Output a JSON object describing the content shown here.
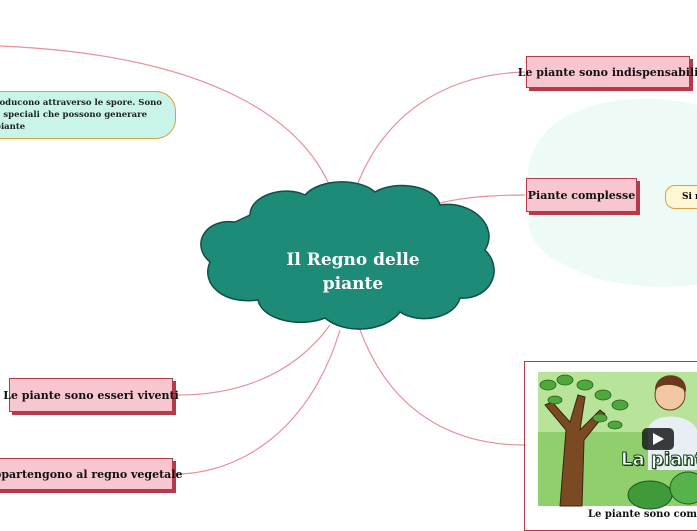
{
  "central_topic": {
    "lines": [
      "Il Regno delle",
      "piante"
    ],
    "color": "#1e8a78"
  },
  "branches": [
    {
      "id": "indispensabili",
      "label": "Le piante sono indispensabili"
    },
    {
      "id": "complesse",
      "label": "Piante complesse"
    },
    {
      "id": "esseri-viventi",
      "label": "Le piante sono esseri viventi"
    },
    {
      "id": "regno-vegetale",
      "label": "appartengono al regno vegetale"
    }
  ],
  "note": {
    "lines": [
      "roducono attraverso le spore. Sono",
      "e speciali che possono generare",
      "piante"
    ]
  },
  "partial_node": {
    "label": "Si r"
  },
  "media": {
    "thumbnail_title": "La pianta",
    "caption": "Le piante sono compo"
  },
  "colors": {
    "branch_fill": "#f7c6cf",
    "branch_border": "#b73a4a",
    "connector": "#e9909c",
    "note_fill": "#c8f4ea",
    "note_border": "#d9a23a"
  }
}
